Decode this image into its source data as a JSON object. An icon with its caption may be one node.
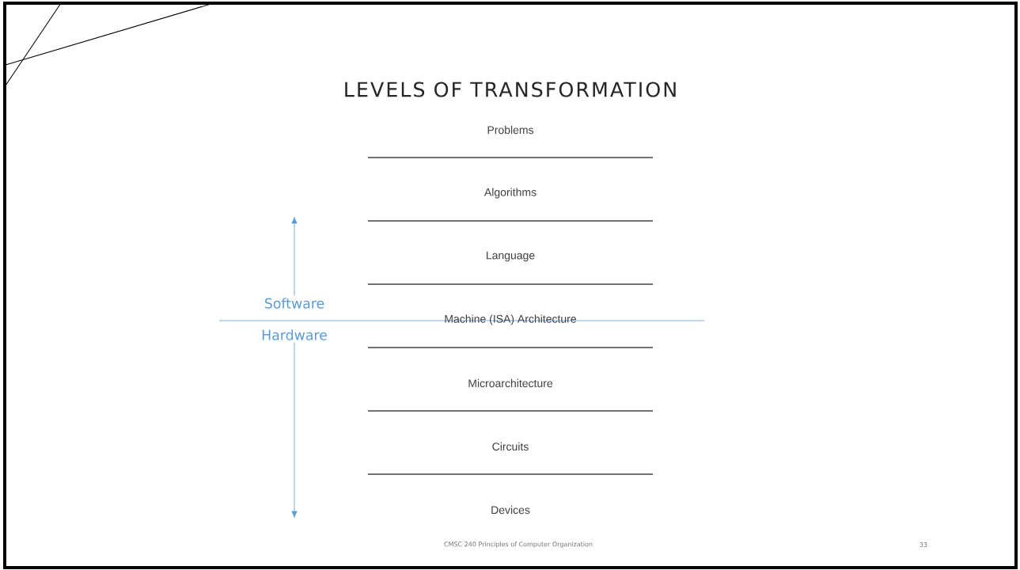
{
  "diagram": {
    "title": "LEVELS OF TRANSFORMATION",
    "nodes": [
      {
        "text": [
          "Software"
        ]
      },
      {
        "text": [
          "Hardware"
        ]
      }
    ],
    "edges": [
      {
        "from": 0,
        "to": null,
        "arrow": "to"
      },
      {
        "from": 1,
        "to": null,
        "arrow": "to"
      }
    ],
    "labels": [
      "Problems",
      "Algorithms",
      "Language",
      "Machine (ISA) Architecture",
      "Microarchitecture",
      "Circuits",
      "Devices",
      "CMSC 240 Principles of Computer Organization",
      "33"
    ]
  }
}
